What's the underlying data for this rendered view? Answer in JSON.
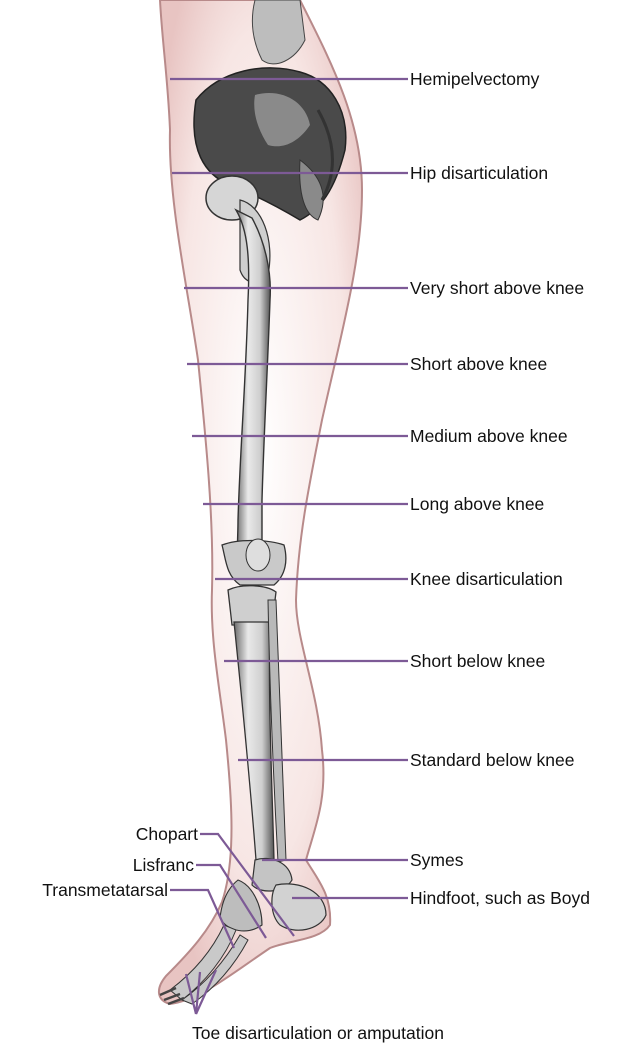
{
  "figure": {
    "line_color": "#7d5a96",
    "skin_color": "#f3dcda",
    "skin_edge_color": "#b88a8a",
    "bone_color": "#e4e4e4",
    "bone_shadow_color": "#3a3a3a"
  },
  "labels": {
    "hemipelvectomy": "Hemipelvectomy",
    "hip_disarticulation": "Hip disarticulation",
    "very_short_above_knee": "Very short above knee",
    "short_above_knee": "Short above knee",
    "medium_above_knee": "Medium above knee",
    "long_above_knee": "Long above knee",
    "knee_disarticulation": "Knee disarticulation",
    "short_below_knee": "Short below knee",
    "standard_below_knee": "Standard below knee",
    "symes": "Symes",
    "hindfoot": "Hindfoot, such as Boyd",
    "chopart": "Chopart",
    "lisfranc": "Lisfranc",
    "transmetatarsal": "Transmetatarsal",
    "toe": "Toe disarticulation or amputation"
  }
}
